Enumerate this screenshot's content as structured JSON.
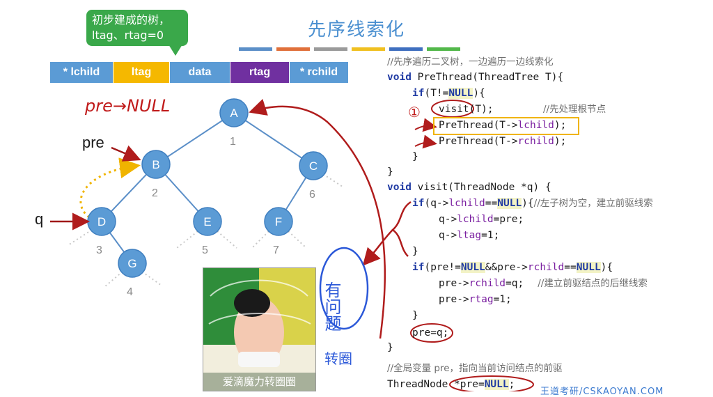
{
  "title": "先序线索化",
  "title_bar_colors": [
    "#5b8fc8",
    "#e0703a",
    "#9a9a9a",
    "#f0c020",
    "#3f6fbf",
    "#52b84a"
  ],
  "callout": {
    "line1": "初步建成的树，",
    "line2": "ltag、rtag=0"
  },
  "fields": [
    {
      "label": "* lchild",
      "color": "#5b9bd5"
    },
    {
      "label": "ltag",
      "color": "#f5b800"
    },
    {
      "label": "data",
      "color": "#5b9bd5"
    },
    {
      "label": "rtag",
      "color": "#7030a0"
    },
    {
      "label": "* rchild",
      "color": "#5b9bd5"
    }
  ],
  "tree": {
    "nodes": [
      {
        "id": "A",
        "order": "1"
      },
      {
        "id": "B",
        "order": "2"
      },
      {
        "id": "C",
        "order": "6"
      },
      {
        "id": "D",
        "order": "3"
      },
      {
        "id": "E",
        "order": "5"
      },
      {
        "id": "F",
        "order": "7"
      },
      {
        "id": "G",
        "order": "4"
      }
    ],
    "pointer_pre": "pre",
    "pointer_q": "q"
  },
  "handwriting": {
    "pre_null": "pre→NULL",
    "circle_1": "①",
    "question": "有问题",
    "turn": "转圈"
  },
  "image_caption": "爱滴魔力转圈圈",
  "code": {
    "l1_comment": "//先序遍历二叉树，一边遍历一边线索化",
    "l2_void": "void",
    "l2_rest": " PreThread(ThreadTree T){",
    "l3_if": "if",
    "l3_a": "(T!=",
    "l3_null": "NULL",
    "l3_b": "){",
    "l4_code": "visit(T);",
    "l4_comment": "//先处理根节点",
    "l5_a": "PreThread(T->",
    "l5_f": "lchild",
    "l5_b": ");",
    "l6_a": "PreThread(T->",
    "l6_f": "rchild",
    "l6_b": ");",
    "l7": "}",
    "l8": "}",
    "l9_void": "void",
    "l9_rest": " visit(ThreadNode *q) {",
    "l10_if": "if",
    "l10_a": "(q->",
    "l10_f": "lchild",
    "l10_b": "==",
    "l10_null": "NULL",
    "l10_c": "){",
    "l10_comment": "//左子树为空，建立前驱线索",
    "l11_a": "q->",
    "l11_f": "lchild",
    "l11_b": "=pre;",
    "l12_a": "q->",
    "l12_f": "ltag",
    "l12_b": "=1;",
    "l13": "}",
    "l14_if": "if",
    "l14_a": "(pre!=",
    "l14_null": "NULL",
    "l14_b": "&&pre->",
    "l14_f": "rchild",
    "l14_c": "==",
    "l14_null2": "NULL",
    "l14_d": "){",
    "l15_a": "pre->",
    "l15_f": "rchild",
    "l15_b": "=q;",
    "l15_comment": "//建立前驱结点的后继线索",
    "l16_a": "pre->",
    "l16_f": "rtag",
    "l16_b": "=1;",
    "l17": "}",
    "l18": "pre=q;",
    "l19": "}",
    "l20_comment": "//全局变量 pre，指向当前访问结点的前驱",
    "l21_a": "ThreadNode *pre=",
    "l21_null": "NULL",
    "l21_b": ";"
  },
  "footer": "王道考研/CSKAOYAN.COM"
}
